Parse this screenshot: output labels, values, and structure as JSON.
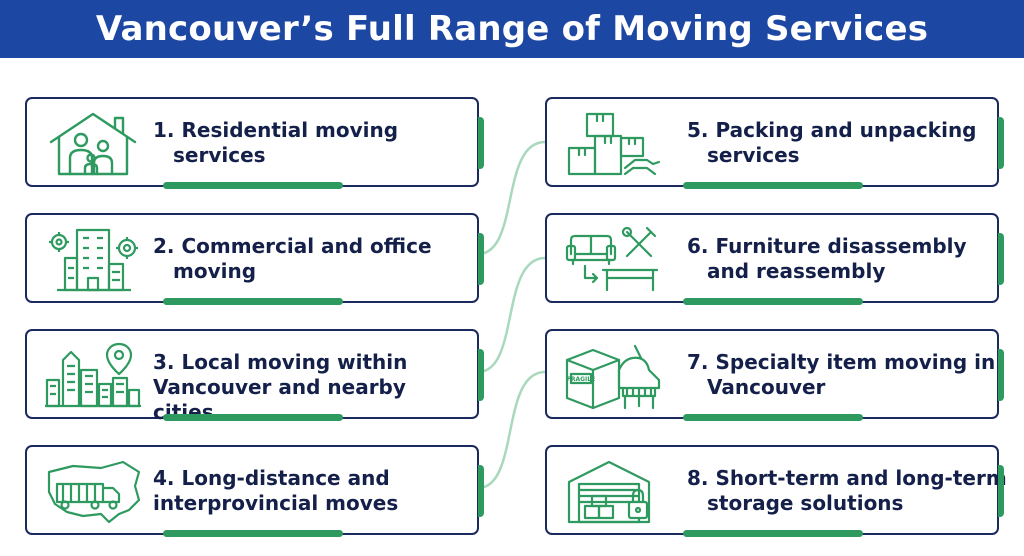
{
  "header": {
    "title": "Vancouver’s Full Range of Moving Services"
  },
  "services": [
    {
      "number": "1.",
      "line1": "Residential moving",
      "line2": "services",
      "icon": "house-family-icon"
    },
    {
      "number": "2.",
      "line1": "Commercial and office",
      "line2": "moving",
      "icon": "office-building-gears-icon"
    },
    {
      "number": "3.",
      "line1": "Local moving within",
      "line2": "Vancouver and nearby cities",
      "icon": "city-skyline-pin-icon"
    },
    {
      "number": "4.",
      "line1": "Long-distance and",
      "line2": "interprovincial moves",
      "icon": "truck-map-icon"
    },
    {
      "number": "5.",
      "line1": "Packing and unpacking",
      "line2": "services",
      "icon": "boxes-hand-icon"
    },
    {
      "number": "6.",
      "line1": "Furniture disassembly",
      "line2": "and reassembly",
      "icon": "sofa-tools-table-icon"
    },
    {
      "number": "7.",
      "line1": "Specialty item moving in",
      "line2": "Vancouver",
      "icon": "fragile-box-piano-icon"
    },
    {
      "number": "8.",
      "line1": "Short-term and long-term",
      "line2": "storage solutions",
      "icon": "storage-garage-lock-icon"
    }
  ],
  "icon_labels": {
    "fragile": "FRAGILE"
  },
  "colors": {
    "header": "#1c47a3",
    "accent": "#2e9a5f",
    "border": "#1a2a5e",
    "text": "#14204a"
  }
}
